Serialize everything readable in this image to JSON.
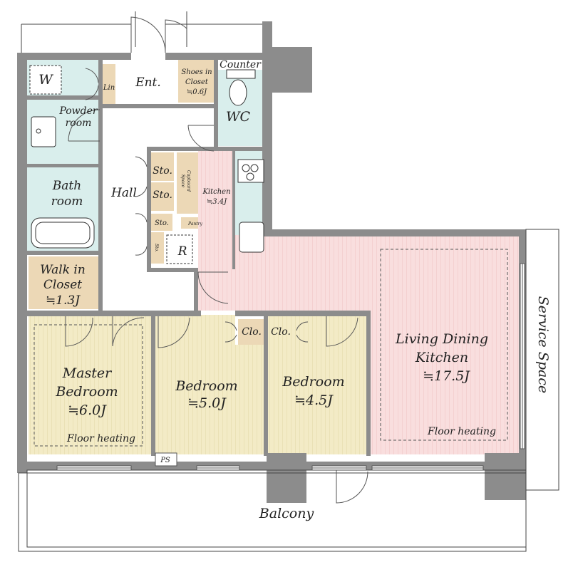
{
  "rooms": {
    "washer": "W",
    "linen": "Lin",
    "entrance": "Ent.",
    "shoes_closet": [
      "Shoes in",
      "Closet",
      "≒0.6J"
    ],
    "counter": "Counter",
    "wc": "WC",
    "powder_room": [
      "Powder",
      "room"
    ],
    "bath_room": [
      "Bath",
      "room"
    ],
    "hall": "Hall",
    "storage_1": "Sto.",
    "storage_2": "Sto.",
    "storage_3": "Sto.",
    "storage_4": "Sto.",
    "cupboard_space": [
      "Cupboard",
      "Space"
    ],
    "kitchen": [
      "Kitchen",
      "≒3.4J"
    ],
    "pantry": "Pantry",
    "refrigerator": "R",
    "walk_in_closet": [
      "Walk in",
      "Closet",
      "≒1.3J"
    ],
    "closet_1": "Clo.",
    "closet_2": "Clo.",
    "master_bedroom": [
      "Master",
      "Bedroom",
      "≒6.0J"
    ],
    "master_floor_heating": "Floor heating",
    "bedroom_2": [
      "Bedroom",
      "≒5.0J"
    ],
    "bedroom_3": [
      "Bedroom",
      "≒4.5J"
    ],
    "ldk": [
      "Living Dining",
      "Kitchen",
      "≒17.5J"
    ],
    "ldk_floor_heating": "Floor heating",
    "pipe_space": "PS",
    "balcony": "Balcony",
    "service_space": "Service Space"
  },
  "colors": {
    "wet_area": "#d9eeec",
    "storage": "#ecd8b6",
    "bedroom_floor": "#f3ebc6",
    "living_floor": "#f9dede",
    "wall": "#8c8c8c"
  }
}
